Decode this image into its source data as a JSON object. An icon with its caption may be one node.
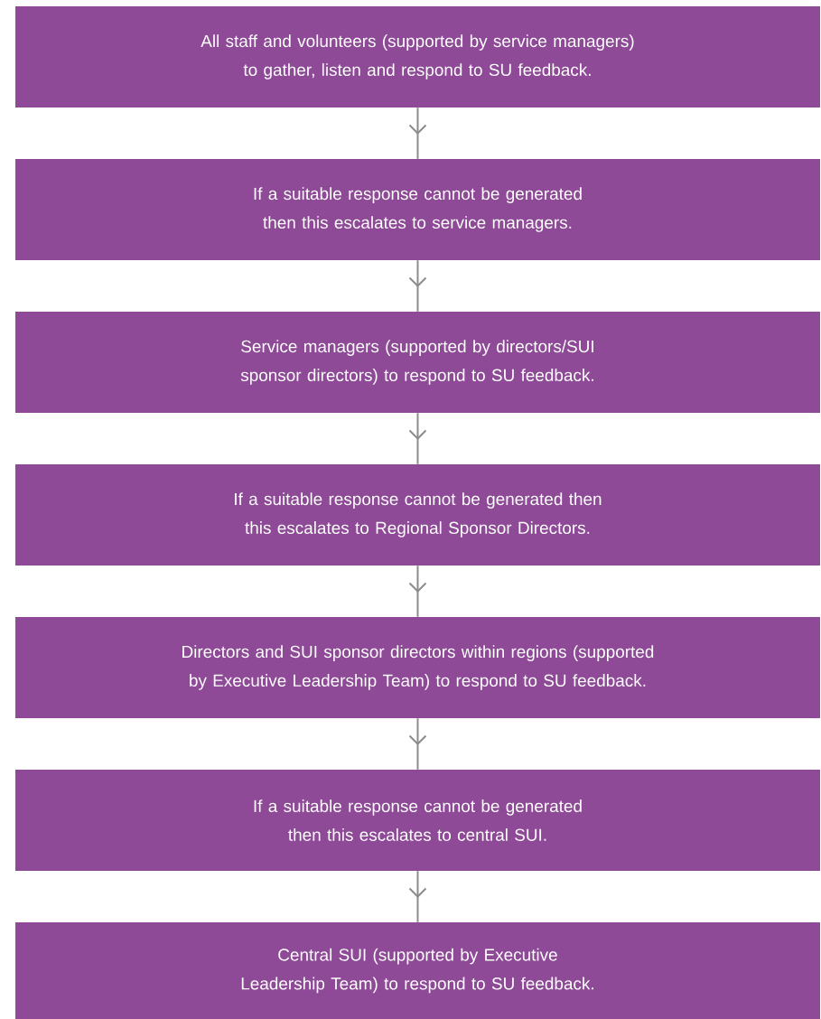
{
  "diagram": {
    "nodes": [
      {
        "text": [
          "All staff and volunteers (supported by service managers) to gather, listen and respond to SU feedback."
        ]
      },
      {
        "text": [
          "If a suitable response cannot be generated then this escalates to service managers."
        ]
      },
      {
        "text": [
          "Service managers (supported by directors/SUI sponsor directors) to respond to SU feedback."
        ]
      },
      {
        "text": [
          "If a suitable response cannot be generated then this escalates to Regional Sponsor Directors."
        ]
      },
      {
        "text": [
          "Directors and SUI sponsor directors within regions (supported by Executive Leadership Team) to respond to SU feedback."
        ]
      },
      {
        "text": [
          "If a suitable response cannot be generated then this escalates to central SUI."
        ]
      },
      {
        "text": [
          "Central SUI (supported by Executive Leadership Team) to respond to SU feedback."
        ]
      }
    ],
    "edges": [
      {
        "from": 0,
        "to": 1,
        "arrow": "to"
      },
      {
        "from": 1,
        "to": 2,
        "arrow": "to"
      },
      {
        "from": 2,
        "to": 3,
        "arrow": "to"
      },
      {
        "from": 3,
        "to": 4,
        "arrow": "to"
      },
      {
        "from": 4,
        "to": 5,
        "arrow": "to"
      },
      {
        "from": 5,
        "to": 6,
        "arrow": "to"
      }
    ]
  }
}
